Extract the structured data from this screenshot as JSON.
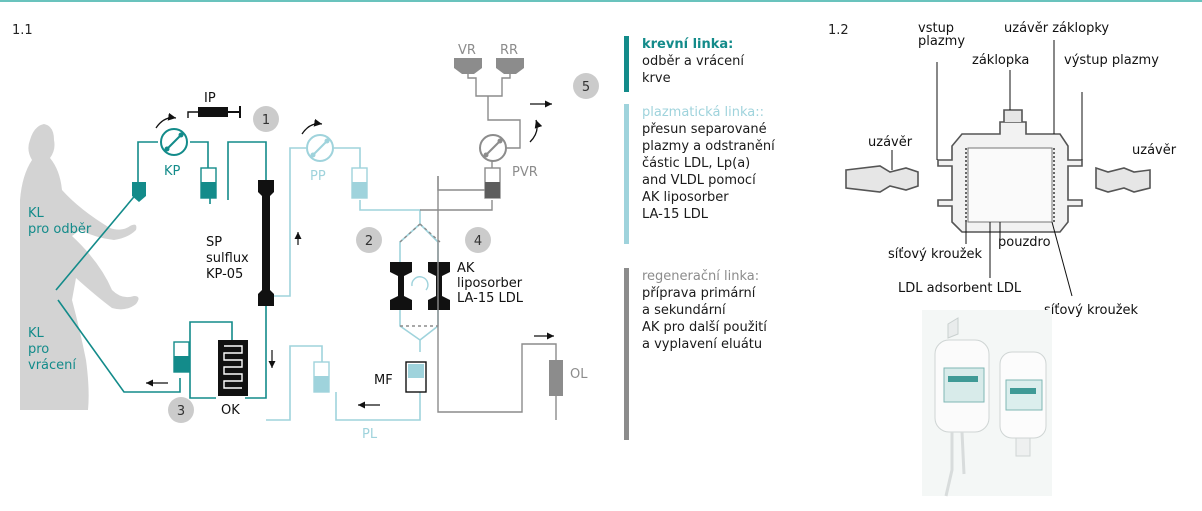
{
  "panel1": {
    "label": "1.1",
    "components": {
      "IP": "IP",
      "KP": "KP",
      "PP": "PP",
      "PVR": "PVR",
      "VR": "VR",
      "RR": "RR",
      "OK": "OK",
      "MF": "MF",
      "PL": "PL",
      "OL": "OL"
    },
    "patient": {
      "draw_line": [
        "KL",
        "pro odběr"
      ],
      "return_line": [
        "KL",
        "pro",
        "vrácení"
      ]
    },
    "separator": [
      "SP",
      "sulflux",
      "KP-05"
    ],
    "adsorber": [
      "AK",
      "liposorber",
      "LA-15 LDL"
    ],
    "steps": [
      "1",
      "2",
      "3",
      "4",
      "5"
    ]
  },
  "legend": {
    "blood": {
      "title": "krevní linka:",
      "text": [
        "odběr a vrácení",
        "krve"
      ]
    },
    "plasma": {
      "title": "plazmatická linka::",
      "text": [
        "přesun separované",
        "plazmy a odstranění",
        "částic LDL, Lp(a)",
        "and VLDL pomocí",
        "AK liposorber",
        "LA-15 LDL"
      ]
    },
    "regen": {
      "title": "regenerační linka:",
      "text": [
        "příprava primární",
        "a sekundární",
        "AK pro další použití",
        "a vyplavení eluátu"
      ]
    }
  },
  "panel2": {
    "label": "1.2",
    "labels": {
      "plasma_in": [
        "vstup",
        "plazmy"
      ],
      "cap_closure": "uzávěr záklopky",
      "flap": "záklopka",
      "plasma_out": "výstup plazmy",
      "closure_left": "uzávěr",
      "closure_right": "uzávěr",
      "ring_left": "síťový kroužek",
      "housing": "pouzdro",
      "adsorbent": "LDL adsorbent LDL",
      "ring_right": "síťový kroužek"
    }
  },
  "colors": {
    "blood": "#138b8a",
    "plasma": "#9fd3dc",
    "regen": "#8c8c8c",
    "badge": "#cbcbcb",
    "silhouette": "#cfcfcf",
    "device": "#111111"
  }
}
